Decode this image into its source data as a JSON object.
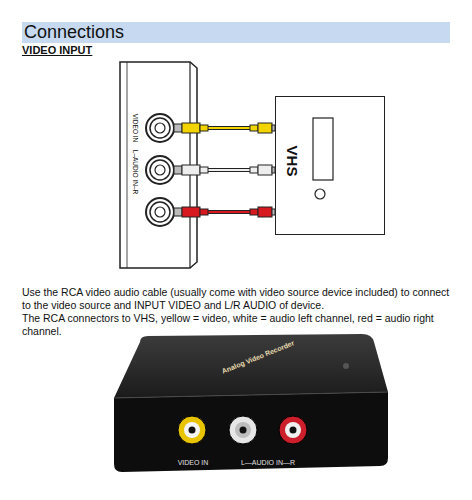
{
  "diagram": {
    "title": "Connections",
    "nodes": [
      {
        "text": [
          "VIDEO IN",
          "L–AUDIO IN–R"
        ]
      },
      {
        "text": [
          "VHS"
        ]
      },
      {
        "text": [
          "Analog Video Recorder",
          "VIDEO IN",
          "L—AUDIO IN—R"
        ]
      }
    ],
    "edges": [
      {
        "from": 0,
        "to": 1,
        "arrow": "none"
      },
      {
        "from": 0,
        "to": 1,
        "arrow": "none"
      },
      {
        "from": 0,
        "to": 1,
        "arrow": "none"
      }
    ],
    "labels": [
      "VIDEO INPUT",
      "Use the RCA video audio cable (usually come with video source device included) to connect to the video source and INPUT VIDEO and L/R AUDIO of device.",
      "The RCA connectors to VHS, yellow = video, white = audio left channel, red = audio right channel."
    ]
  }
}
